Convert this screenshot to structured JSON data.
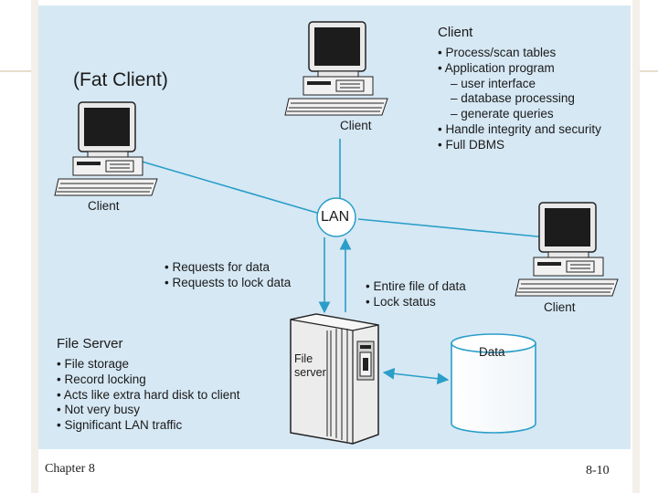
{
  "slide_title_note": "(Fat Client)",
  "network_hub": "LAN",
  "clients": [
    {
      "label": "Client"
    },
    {
      "label": "Client"
    },
    {
      "label": "Client"
    }
  ],
  "client_panel": {
    "title": "Client",
    "items": [
      {
        "text": "• Process/scan tables",
        "level": 0
      },
      {
        "text": "• Application program",
        "level": 0
      },
      {
        "text": "– user interface",
        "level": 1
      },
      {
        "text": "– database processing",
        "level": 1
      },
      {
        "text": "– generate queries",
        "level": 1
      },
      {
        "text": "• Handle integrity and security",
        "level": 0
      },
      {
        "text": "• Full DBMS",
        "level": 0
      }
    ]
  },
  "requests_list": [
    "• Requests for data",
    "• Requests to lock data"
  ],
  "responses_list": [
    "• Entire file of data",
    "• Lock status"
  ],
  "file_server_panel": {
    "title": "File Server",
    "items": [
      "• File storage",
      "• Record locking",
      "• Acts like extra hard disk to client",
      "• Not very busy",
      "• Significant LAN traffic"
    ]
  },
  "file_server_tag_line1": "File",
  "file_server_tag_line2": "server",
  "data_store_label": "Data",
  "footer": {
    "chapter": "Chapter 8",
    "page": "8-10"
  },
  "colors": {
    "background": "#d6e8f4",
    "connector": "#2a9ec8",
    "ink": "#1a1a1a"
  }
}
